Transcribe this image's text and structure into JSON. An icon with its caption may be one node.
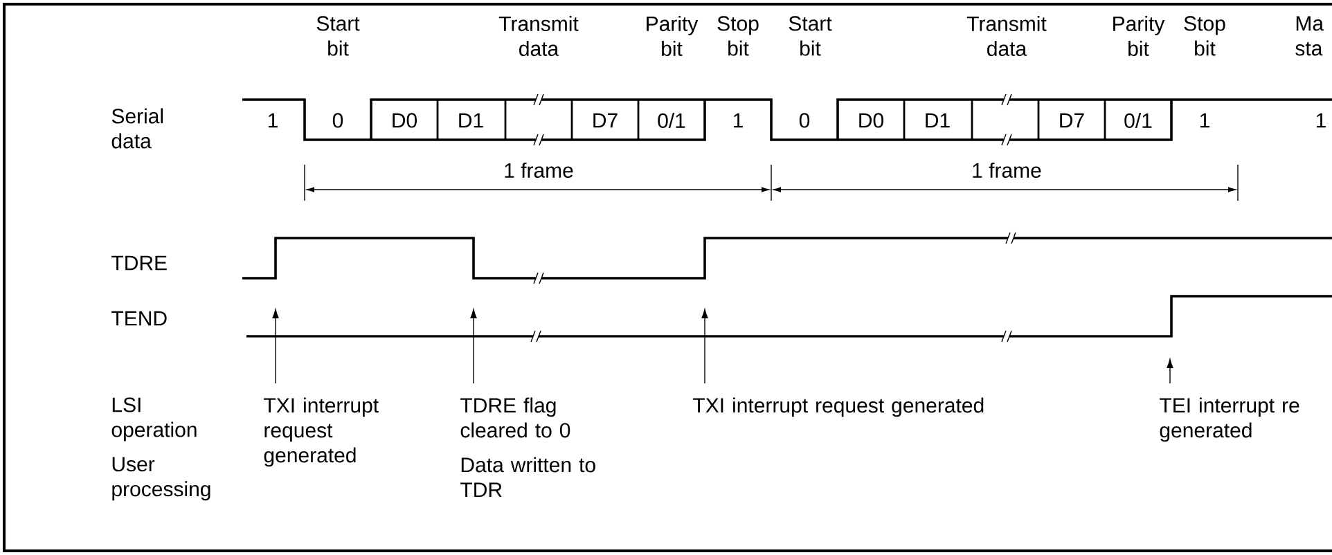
{
  "diagram": {
    "nodes": [
      {
        "text": [
          "TXI interrupt request generated"
        ]
      },
      {
        "text": [
          "TDRE flag cleared to 0"
        ]
      },
      {
        "text": [
          "TXI interrupt request generated"
        ]
      },
      {
        "text": [
          "TEI interrupt re generated"
        ]
      }
    ],
    "edges": [
      {
        "from": 0,
        "to": null,
        "arrow": "to"
      },
      {
        "from": 1,
        "to": null,
        "arrow": "to"
      },
      {
        "from": 2,
        "to": null,
        "arrow": "to"
      },
      {
        "from": 3,
        "to": null,
        "arrow": "to"
      }
    ],
    "labels": [
      "Start bit",
      "Transmit data",
      "Parity bit",
      "Stop bit",
      "Start bit",
      "Transmit data",
      "Parity bit",
      "Stop bit",
      "Ma sta",
      "Serial data",
      "1",
      "0",
      "D0",
      "D1",
      "D7",
      "0/1",
      "1",
      "0",
      "D0",
      "D1",
      "D7",
      "0/1",
      "1",
      "1",
      "1 frame",
      "1 frame",
      "TDRE",
      "TEND",
      "LSI operation",
      "User processing",
      "Data written to TDR"
    ]
  }
}
